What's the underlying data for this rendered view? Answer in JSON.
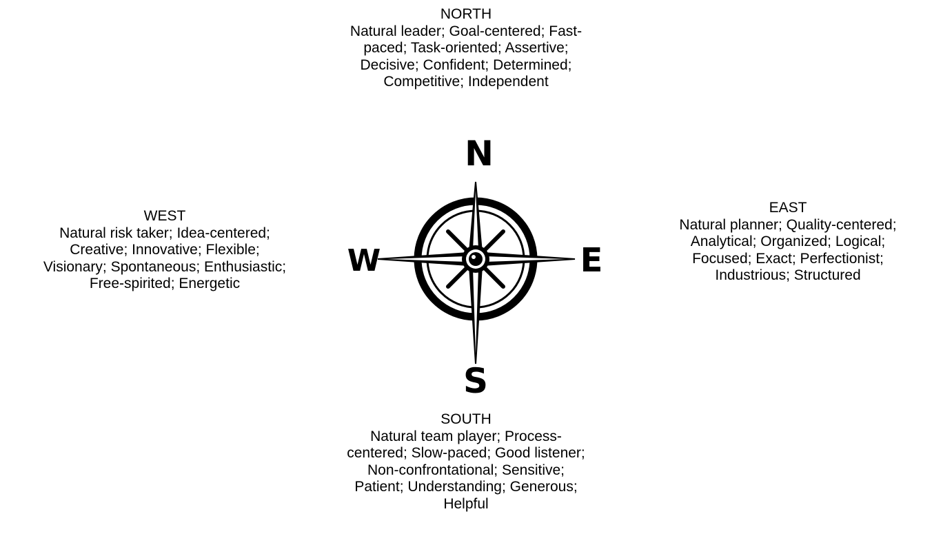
{
  "directions": {
    "north": {
      "heading": "NORTH",
      "lines": [
        "Natural leader; Goal-centered; Fast-",
        "paced; Task-oriented; Assertive;",
        "Decisive; Confident; Determined;",
        "Competitive; Independent"
      ]
    },
    "west": {
      "heading": "WEST",
      "lines": [
        "Natural risk taker; Idea-centered;",
        "Creative; Innovative; Flexible;",
        "Visionary; Spontaneous; Enthusiastic;",
        "Free-spirited; Energetic"
      ]
    },
    "east": {
      "heading": "EAST",
      "lines": [
        "Natural planner; Quality-centered;",
        "Analytical; Organized; Logical;",
        "Focused; Exact; Perfectionist;",
        "Industrious; Structured"
      ]
    },
    "south": {
      "heading": "SOUTH",
      "lines": [
        "Natural team player; Process-",
        "centered; Slow-paced; Good listener;",
        "Non-confrontational; Sensitive;",
        "Patient; Understanding; Generous;",
        "Helpful"
      ]
    }
  },
  "compass": {
    "letters": {
      "n": "N",
      "s": "S",
      "e": "E",
      "w": "W"
    },
    "color": "#000000"
  }
}
